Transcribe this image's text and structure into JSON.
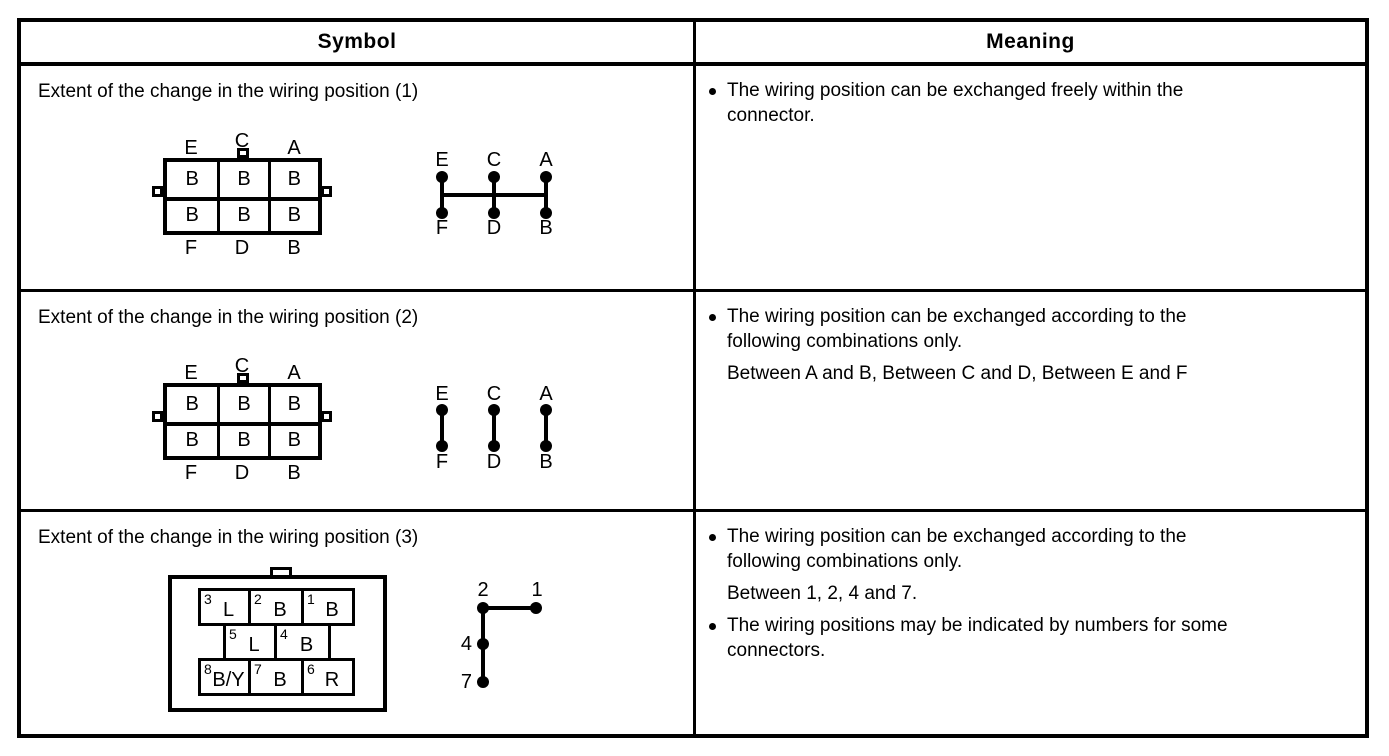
{
  "colors": {
    "ink": "#000000",
    "paper": "#ffffff"
  },
  "table": {
    "header": {
      "symbol": "Symbol",
      "meaning": "Meaning"
    },
    "rows": [
      {
        "title": "Extent of the change in the wiring position (1)",
        "connector": {
          "top_labels": [
            "E",
            "C",
            "A"
          ],
          "bottom_labels": [
            "F",
            "D",
            "B"
          ],
          "cells": [
            "B",
            "B",
            "B",
            "B",
            "B",
            "B"
          ]
        },
        "schematic": {
          "top_labels": [
            "E",
            "C",
            "A"
          ],
          "bottom_labels": [
            "F",
            "D",
            "B"
          ],
          "linked": "all"
        },
        "meaning": [
          {
            "bullet": true,
            "text": "The wiring position can be exchanged freely within the"
          },
          {
            "bullet": false,
            "text": "connector."
          }
        ]
      },
      {
        "title": "Extent of the change in the wiring position (2)",
        "connector": {
          "top_labels": [
            "E",
            "C",
            "A"
          ],
          "bottom_labels": [
            "F",
            "D",
            "B"
          ],
          "cells": [
            "B",
            "B",
            "B",
            "B",
            "B",
            "B"
          ]
        },
        "schematic": {
          "top_labels": [
            "E",
            "C",
            "A"
          ],
          "bottom_labels": [
            "F",
            "D",
            "B"
          ],
          "linked": "pairs"
        },
        "meaning": [
          {
            "bullet": true,
            "text": "The wiring position can be exchanged according to the"
          },
          {
            "bullet": false,
            "text": "following combinations only."
          },
          {
            "bullet": false,
            "text": "Between A and B, Between C and D, Between E and F"
          }
        ]
      },
      {
        "title": "Extent of the change in the wiring position (3)",
        "connector": {
          "pins": [
            {
              "num": "3",
              "label": "L"
            },
            {
              "num": "2",
              "label": "B"
            },
            {
              "num": "1",
              "label": "B"
            },
            {
              "num": "5",
              "label": "L"
            },
            {
              "num": "4",
              "label": "B"
            },
            {
              "num": "8",
              "label": "B/Y"
            },
            {
              "num": "7",
              "label": "B"
            },
            {
              "num": "6",
              "label": "R"
            }
          ]
        },
        "schematic": {
          "labels": [
            "2",
            "1",
            "4",
            "7"
          ],
          "linked": "1-2-4-7"
        },
        "meaning": [
          {
            "bullet": true,
            "text": "The wiring position can be exchanged according to the"
          },
          {
            "bullet": false,
            "text": "following combinations only."
          },
          {
            "bullet": false,
            "text": "Between 1, 2, 4 and 7."
          },
          {
            "bullet": true,
            "text": "The wiring positions may be indicated by numbers for some"
          },
          {
            "bullet": false,
            "text": "connectors."
          }
        ]
      }
    ]
  }
}
